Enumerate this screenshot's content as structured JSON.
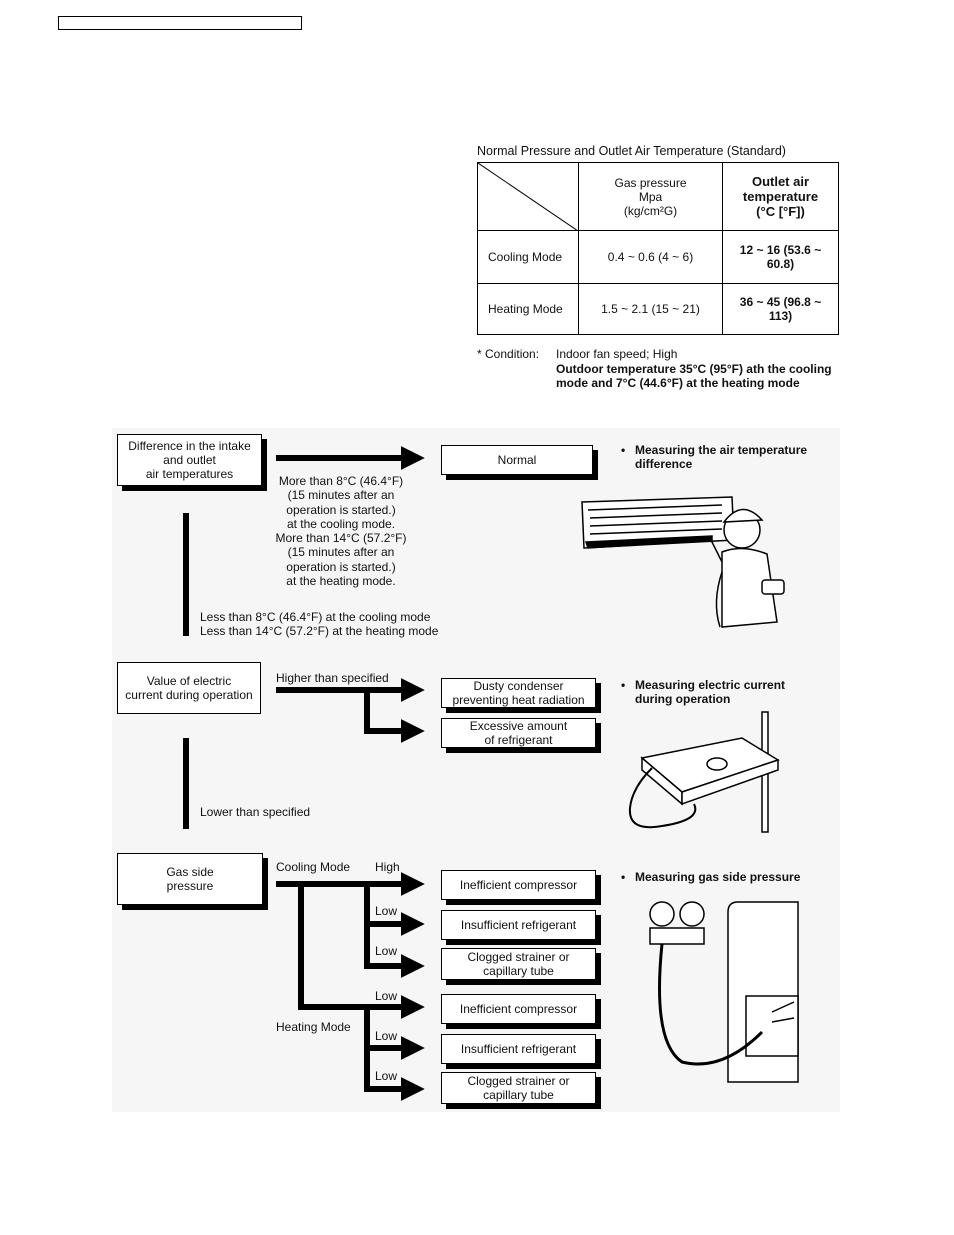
{
  "table": {
    "title": "Normal Pressure and Outlet Air Temperature (Standard)",
    "col_gas": [
      "Gas pressure",
      "Mpa",
      "(kg/cm²G)"
    ],
    "col_outlet": [
      "Outlet air",
      "temperature",
      "(°C [°F])"
    ],
    "rows": [
      {
        "mode": "Cooling Mode",
        "gas": "0.4 ~ 0.6 (4 ~ 6)",
        "outlet": "12 ~ 16 (53.6 ~ 60.8)"
      },
      {
        "mode": "Heating Mode",
        "gas": "1.5 ~ 2.1 (15 ~ 21)",
        "outlet": "36 ~ 45 (96.8 ~ 113)"
      }
    ]
  },
  "condition": {
    "label": "* Condition:",
    "line1": "Indoor fan speed; High",
    "line2": "Outdoor temperature 35°C (95°F) ath the cooling",
    "line3": "mode and 7°C (44.6°F) at the heating mode"
  },
  "section1": {
    "box": [
      "Difference in the intake",
      "and outlet",
      "air temperatures"
    ],
    "result": "Normal",
    "cond_more": [
      "More than 8°C (46.4°F)",
      "(15 minutes after an",
      "operation is started.)",
      "at the cooling mode.",
      "More than 14°C (57.2°F)",
      "(15 minutes after an",
      "operation is started.)",
      "at the heating mode."
    ],
    "cond_less": [
      "Less than 8°C (46.4°F) at the cooling mode",
      "Less than 14°C (57.2°F) at the heating mode"
    ],
    "bullet": [
      "Measuring the air temperature",
      "difference"
    ]
  },
  "section2": {
    "box": [
      "Value of electric",
      "current during operation"
    ],
    "higher": "Higher than specified",
    "result1": [
      "Dusty condenser",
      "preventing heat radiation"
    ],
    "result2": [
      "Excessive amount",
      "of refrigerant"
    ],
    "lower": "Lower than specified",
    "bullet": [
      "Measuring electric current",
      "during operation"
    ]
  },
  "section3": {
    "box": [
      "Gas side",
      "pressure"
    ],
    "cooling_mode": "Cooling Mode",
    "heating_mode": "Heating Mode",
    "high": "High",
    "low": "Low",
    "results": [
      "Inefficient compressor",
      "Insufficient refrigerant",
      "Clogged strainer or|capillary tube",
      "Inefficient compressor",
      "Insufficient refrigerant",
      "Clogged strainer or|capillary tube"
    ],
    "bullet": "Measuring gas side pressure"
  }
}
